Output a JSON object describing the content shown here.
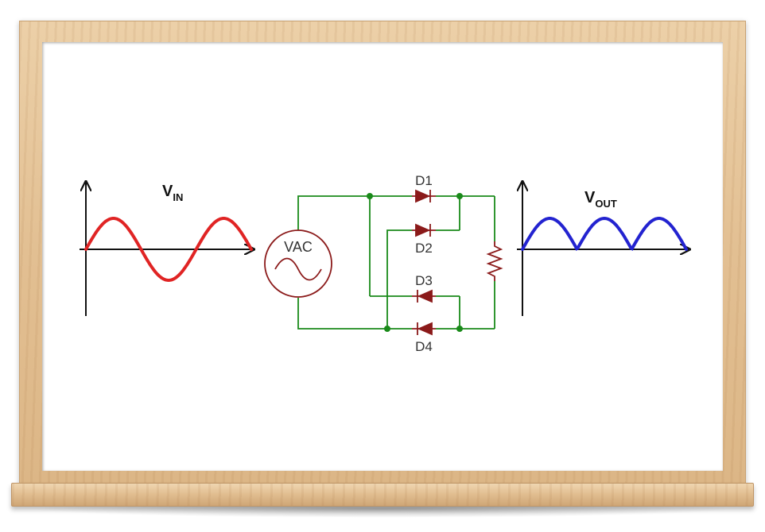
{
  "input_graph": {
    "label_main": "V",
    "label_sub": "IN",
    "wave_color": "#e02424"
  },
  "output_graph": {
    "label_main": "V",
    "label_sub": "OUT",
    "wave_color": "#2323d0"
  },
  "circuit": {
    "source_label": "VAC",
    "diodes": [
      "D1",
      "D2",
      "D3",
      "D4"
    ],
    "wire_color": "#1a8a1a",
    "component_color": "#8b1a1a"
  }
}
